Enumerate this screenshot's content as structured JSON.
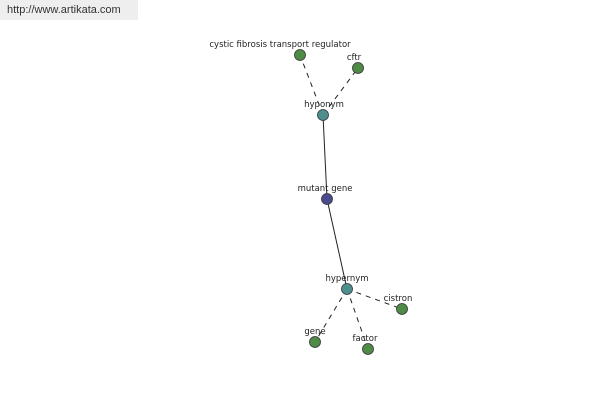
{
  "banner": {
    "url": "http://www.artikata.com"
  },
  "graph": {
    "colors": {
      "center": "#4a4a8e",
      "relation": "#4d8f8f",
      "leaf": "#4e8b46",
      "stroke": "#333333",
      "edge": "#222222"
    },
    "nodes": [
      {
        "id": "mutant-gene",
        "label": "mutant gene",
        "kind": "center"
      },
      {
        "id": "hyponym",
        "label": "hyponym",
        "kind": "relation"
      },
      {
        "id": "hypernym",
        "label": "hypernym",
        "kind": "relation"
      },
      {
        "id": "cystic-fibrosis",
        "label": "cystic fibrosis transport regulator",
        "kind": "leaf"
      },
      {
        "id": "cftr",
        "label": "cftr",
        "kind": "leaf"
      },
      {
        "id": "cistron",
        "label": "cistron",
        "kind": "leaf"
      },
      {
        "id": "gene",
        "label": "gene",
        "kind": "leaf"
      },
      {
        "id": "factor",
        "label": "factor",
        "kind": "leaf"
      }
    ],
    "edges": [
      {
        "from": "mutant-gene",
        "to": "hyponym",
        "style": "solid"
      },
      {
        "from": "mutant-gene",
        "to": "hypernym",
        "style": "solid"
      },
      {
        "from": "hyponym",
        "to": "cystic-fibrosis",
        "style": "dashed"
      },
      {
        "from": "hyponym",
        "to": "cftr",
        "style": "dashed"
      },
      {
        "from": "hypernym",
        "to": "cistron",
        "style": "dashed"
      },
      {
        "from": "hypernym",
        "to": "gene",
        "style": "dashed"
      },
      {
        "from": "hypernym",
        "to": "factor",
        "style": "dashed"
      }
    ]
  }
}
